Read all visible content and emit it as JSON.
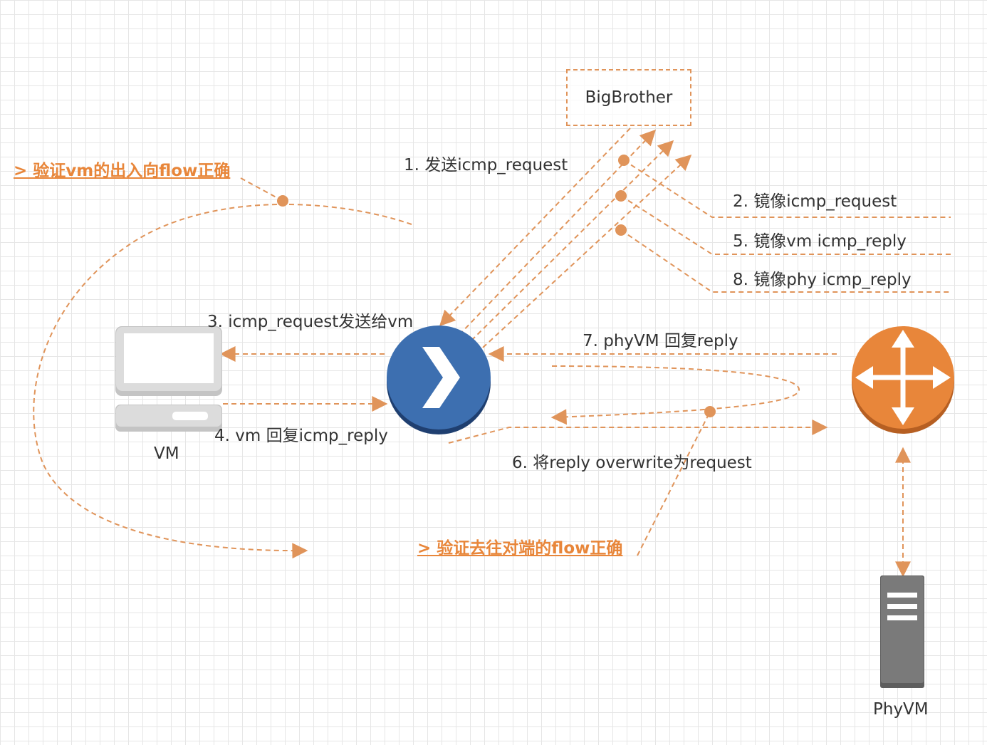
{
  "nodes": {
    "bigbrother": "BigBrother",
    "vm": "VM",
    "phyvm": "PhyVM"
  },
  "steps": {
    "s1": "1. 发送icmp_request",
    "s2": "2. 镜像icmp_request",
    "s3": "3. icmp_request发送给vm",
    "s4": "4. vm 回复icmp_reply",
    "s5": "5. 镜像vm icmp_reply",
    "s6": "6. 将reply overwrite为request",
    "s7": "7. phyVM 回复reply",
    "s8": "8. 镜像phy icmp_reply"
  },
  "notes": {
    "vm_flow": "> 验证vm的出入向flow正确",
    "peer_flow": "> 验证去往对端的flow正确"
  },
  "colors": {
    "edge": "#e0945a",
    "note_text": "#e8863a",
    "switch": "#3d6fb0",
    "router": "#e8863a",
    "server": "#7a7a7a"
  },
  "icons": {
    "vm": "computer-icon",
    "switch": "switch-chevron-icon",
    "router": "router-icon",
    "phyvm": "server-icon"
  }
}
